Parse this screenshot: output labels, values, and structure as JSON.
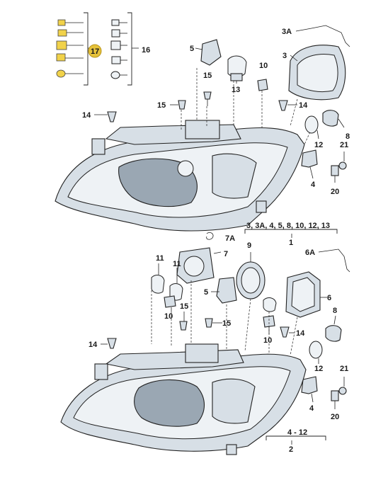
{
  "callouts": {
    "c17": "17",
    "c16": "16",
    "c3A": "3A",
    "c3": "3",
    "c5_top": "5",
    "c15_top": "15",
    "c13": "13",
    "c10_top": "10",
    "c14_top_left": "14",
    "c15_top_left": "15",
    "c14_top_right": "14",
    "c8_top": "8",
    "c12_top": "12",
    "c21_top": "21",
    "c4_top": "4",
    "c20_top": "20",
    "group_top_label": "3, 3A, 4, 5, 8, 10, 12, 13",
    "c1": "1",
    "c7A": "7A",
    "c7": "7",
    "c9": "9",
    "c6A": "6A",
    "c11_left": "11",
    "c11_right": "11",
    "c5_bottom": "5",
    "c6": "6",
    "c10_bottom_left": "10",
    "c15_bottom_left": "15",
    "c15_bottom_right": "15",
    "c8_bottom": "8",
    "c14_bottom_left": "14",
    "c10_bottom_right": "10",
    "c14_bottom_right": "14",
    "c12_bottom": "12",
    "c21_bottom": "21",
    "c4_bottom": "4",
    "c20_bottom": "20",
    "group_bottom_label": "4 - 12",
    "c2": "2"
  },
  "colors": {
    "highlight": "#e6c23a",
    "line": "#222222",
    "part_fill": "#d7dfe6"
  }
}
